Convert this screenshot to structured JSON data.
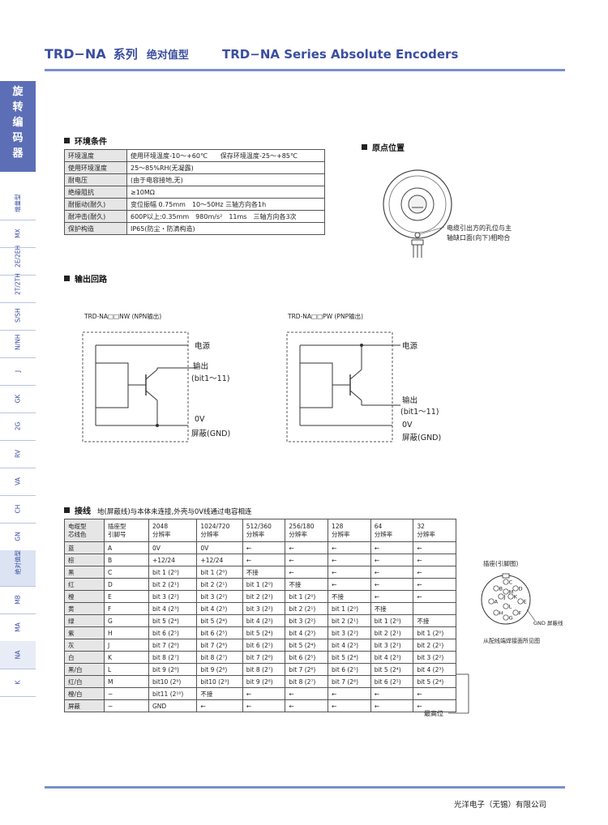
{
  "header": {
    "series": "TRD−NA",
    "cn_series": "系列",
    "cn_type": "绝对值型",
    "en_title": "TRD−NA Series Absolute Encoders"
  },
  "sidebar": {
    "main": "旋转编码器",
    "tabs": [
      "增量型",
      "MX",
      "2E/2EH",
      "2T/2TH",
      "S/SH",
      "N/NH",
      "J",
      "GK",
      "2G",
      "RV",
      "VA",
      "CH",
      "GN",
      "绝对值型",
      "MB",
      "MA",
      "NA",
      "K"
    ]
  },
  "env": {
    "title": "环境条件",
    "rows": [
      {
        "k": "环境温度",
        "v": "使用环境温度-10～+60℃　　保存环境温度-25～+85℃"
      },
      {
        "k": "使用环境湿度",
        "v": "25～85%RH(无凝露)"
      },
      {
        "k": "耐电压",
        "v": "(由于电容接地,无)"
      },
      {
        "k": "绝缘阻抗",
        "v": "≥10MΩ"
      },
      {
        "k": "耐振动(耐久)",
        "v": "变位振幅 0.75mm　10～50Hz 三轴方向各1h"
      },
      {
        "k": "耐冲击(耐久)",
        "v": "600P以上:0.35mm　980m/s²　11ms　三轴方向各3次"
      },
      {
        "k": "保护构造",
        "v": "IP65(防尘・防滴构造)"
      }
    ]
  },
  "origin": {
    "title": "原点位置",
    "note_line1": "电缆引出方的孔位与主",
    "note_line2": "轴缺口面(向下)相吻合"
  },
  "output": {
    "title": "输出回路",
    "npn": {
      "title": "TRD-NA□□NW (NPN输出)",
      "power": "电源",
      "out1": "输出",
      "out2": "(bit1～11)",
      "zero": "0V",
      "gnd": "屏蔽(GND)"
    },
    "pnp": {
      "title": "TRD-NA□□PW (PNP输出)",
      "power": "电源",
      "out1": "输出",
      "out2": "(bit1～11)",
      "zero": "0V",
      "gnd": "屏蔽(GND)"
    }
  },
  "wiring": {
    "title": "接线",
    "note": "地(屏蔽线)与本体未连接,外壳与0V线通过电容相连",
    "headers": [
      [
        "电缆型",
        "芯线色"
      ],
      [
        "插座型",
        "引脚号"
      ],
      [
        "2048",
        "分辨率"
      ],
      [
        "1024/720",
        "分辨率"
      ],
      [
        "512/360",
        "分辨率"
      ],
      [
        "256/180",
        "分辨率"
      ],
      [
        "128",
        "分辨率"
      ],
      [
        "64",
        "分辨率"
      ],
      [
        "32",
        "分辨率"
      ]
    ],
    "rows": [
      [
        "蓝",
        "A",
        "0V",
        "0V",
        "←",
        "←",
        "←",
        "←",
        "←"
      ],
      [
        "棕",
        "B",
        "+12/24",
        "+12/24",
        "←",
        "←",
        "←",
        "←",
        "←"
      ],
      [
        "黑",
        "C",
        "bit 1 (2⁰)",
        "bit 1 (2⁰)",
        "不接",
        "←",
        "←",
        "←",
        "←"
      ],
      [
        "红",
        "D",
        "bit 2 (2¹)",
        "bit 2 (2¹)",
        "bit 1 (2⁰)",
        "不接",
        "←",
        "←",
        "←"
      ],
      [
        "橙",
        "E",
        "bit 3 (2²)",
        "bit 3 (2²)",
        "bit 2 (2¹)",
        "bit 1 (2⁰)",
        "不接",
        "←",
        "←"
      ],
      [
        "黄",
        "F",
        "bit 4 (2³)",
        "bit 4 (2³)",
        "bit 3 (2²)",
        "bit 2 (2¹)",
        "bit 1 (2⁰)",
        "不接",
        ""
      ],
      [
        "绿",
        "G",
        "bit 5 (2⁴)",
        "bit 5 (2⁴)",
        "bit 4 (2³)",
        "bit 3 (2²)",
        "bit 2 (2¹)",
        "bit 1 (2⁰)",
        "不接"
      ],
      [
        "紫",
        "H",
        "bit 6 (2⁵)",
        "bit 6 (2⁵)",
        "bit 5 (2⁴)",
        "bit 4 (2³)",
        "bit 3 (2²)",
        "bit 2 (2¹)",
        "bit 1 (2⁰)"
      ],
      [
        "灰",
        "J",
        "bit 7 (2⁶)",
        "bit 7 (2⁶)",
        "bit 6 (2⁵)",
        "bit 5 (2⁴)",
        "bit 4 (2³)",
        "bit 3 (2²)",
        "bit 2 (2¹)"
      ],
      [
        "白",
        "K",
        "bit 8 (2⁷)",
        "bit 8 (2⁷)",
        "bit 7 (2⁶)",
        "bit 6 (2⁵)",
        "bit 5 (2⁴)",
        "bit 4 (2³)",
        "bit 3 (2²)"
      ],
      [
        "黑/白",
        "L",
        "bit 9 (2⁸)",
        "bit 9 (2⁸)",
        "bit 8 (2⁷)",
        "bit 7 (2⁶)",
        "bit 6 (2⁵)",
        "bit 5 (2⁴)",
        "bit 4 (2³)"
      ],
      [
        "红/白",
        "M",
        "bit10 (2⁹)",
        "bit10 (2⁹)",
        "bit 9 (2⁸)",
        "bit 8 (2⁷)",
        "bit 7 (2⁶)",
        "bit 6 (2⁵)",
        "bit 5 (2⁴)"
      ],
      [
        "橙/白",
        "−",
        "bit11 (2¹⁰)",
        "不接",
        "←",
        "←",
        "←",
        "←",
        "←"
      ],
      [
        "屏蔽",
        "−",
        "GND",
        "←",
        "←",
        "←",
        "←",
        "←",
        "←"
      ]
    ],
    "msb": "最高位",
    "connector_title": "插座(引脚图)",
    "connector_pins": [
      "A",
      "B",
      "C",
      "D",
      "E",
      "F",
      "G",
      "H",
      "J",
      "K",
      "L",
      "M"
    ],
    "gnd_label": "GND 屏蔽线",
    "solder_note": "从配线端焊接面所见图"
  },
  "footer": {
    "company": "光洋电子（无锡）有限公司"
  }
}
